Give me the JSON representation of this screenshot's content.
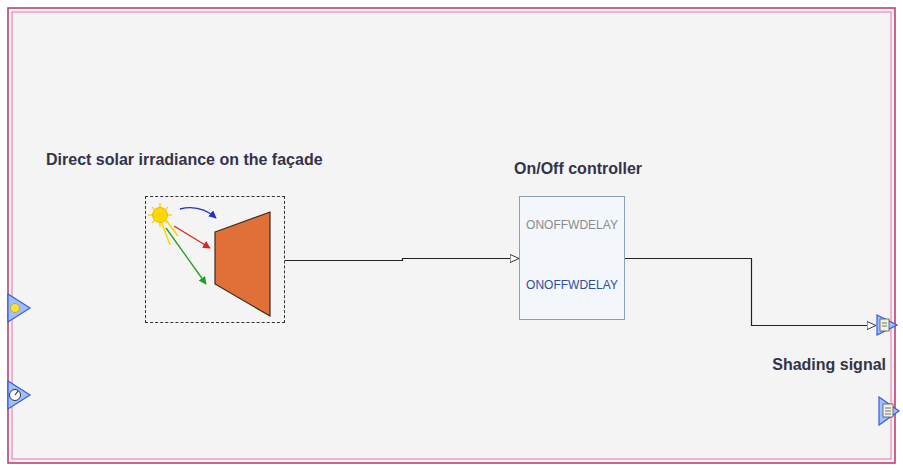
{
  "diagram": {
    "nodes": [
      {
        "text": [
          "Direct solar irradiance on the façade"
        ]
      },
      {
        "text": [
          "On/Off controller",
          "ONOFFWDELAY",
          "ONOFFWDELAY"
        ]
      },
      {
        "text": [
          "Shading signal"
        ]
      }
    ],
    "edges": [
      {
        "from": 0,
        "to": 1,
        "arrow": "to"
      },
      {
        "from": 1,
        "to": 2,
        "arrow": "to"
      }
    ]
  }
}
